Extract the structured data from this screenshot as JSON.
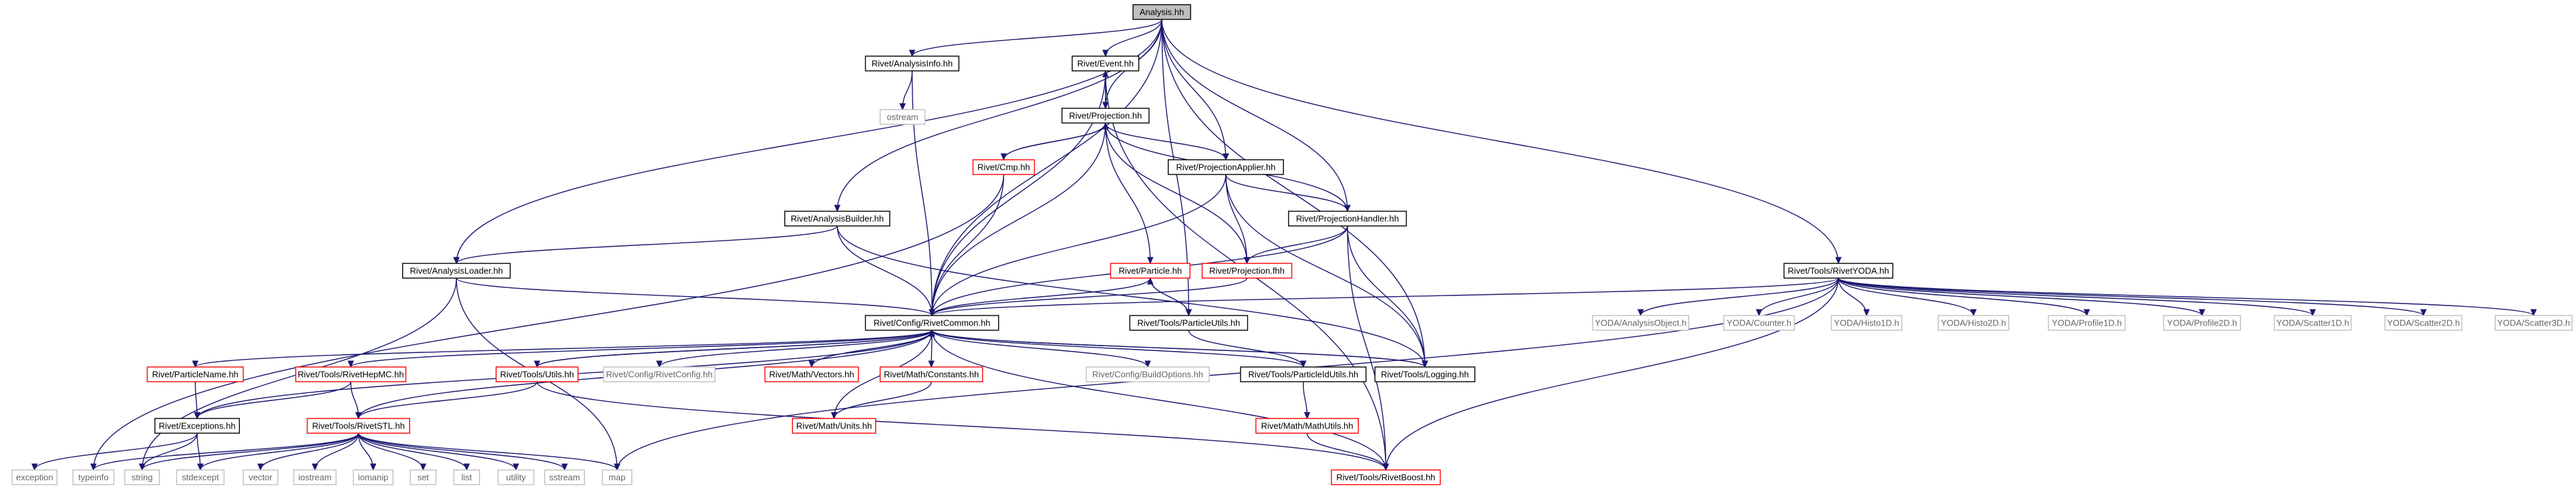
{
  "diagram": {
    "root": "Analysis.hh",
    "colors": {
      "edge": "#191970",
      "root_fill": "#bfbfbf",
      "root_border": "#000000",
      "node_border": "#000000",
      "truncated_border": "#ff0000",
      "external_border": "#bfbfbf",
      "external_text": "#666666",
      "text": "#000000"
    },
    "nodes": [
      {
        "id": "analysis",
        "label": "Analysis.hh",
        "kind": "root"
      },
      {
        "id": "analysisinfo",
        "label": "Rivet/AnalysisInfo.hh",
        "kind": "normal"
      },
      {
        "id": "event",
        "label": "Rivet/Event.hh",
        "kind": "normal"
      },
      {
        "id": "ostream",
        "label": "ostream",
        "kind": "external"
      },
      {
        "id": "projection",
        "label": "Rivet/Projection.hh",
        "kind": "normal"
      },
      {
        "id": "cmp",
        "label": "Rivet/Cmp.hh",
        "kind": "truncated"
      },
      {
        "id": "projapplier",
        "label": "Rivet/ProjectionApplier.hh",
        "kind": "normal"
      },
      {
        "id": "analysisbuilder",
        "label": "Rivet/AnalysisBuilder.hh",
        "kind": "normal"
      },
      {
        "id": "projhandler",
        "label": "Rivet/ProjectionHandler.hh",
        "kind": "normal"
      },
      {
        "id": "analysisloader",
        "label": "Rivet/AnalysisLoader.hh",
        "kind": "normal"
      },
      {
        "id": "particle",
        "label": "Rivet/Particle.hh",
        "kind": "truncated"
      },
      {
        "id": "projfhh",
        "label": "Rivet/Projection.fhh",
        "kind": "truncated"
      },
      {
        "id": "rivetyoda",
        "label": "Rivet/Tools/RivetYODA.hh",
        "kind": "normal"
      },
      {
        "id": "particleutils",
        "label": "Rivet/Tools/ParticleUtils.hh",
        "kind": "normal"
      },
      {
        "id": "common",
        "label": "Rivet/Config/RivetCommon.hh",
        "kind": "normal"
      },
      {
        "id": "yaobj",
        "label": "YODA/AnalysisObject.h",
        "kind": "external"
      },
      {
        "id": "ycounter",
        "label": "YODA/Counter.h",
        "kind": "external"
      },
      {
        "id": "yh1",
        "label": "YODA/Histo1D.h",
        "kind": "external"
      },
      {
        "id": "yh2",
        "label": "YODA/Histo2D.h",
        "kind": "external"
      },
      {
        "id": "yp1",
        "label": "YODA/Profile1D.h",
        "kind": "external"
      },
      {
        "id": "yp2",
        "label": "YODA/Profile2D.h",
        "kind": "external"
      },
      {
        "id": "ys1",
        "label": "YODA/Scatter1D.h",
        "kind": "external"
      },
      {
        "id": "ys2",
        "label": "YODA/Scatter2D.h",
        "kind": "external"
      },
      {
        "id": "ys3",
        "label": "YODA/Scatter3D.h",
        "kind": "external"
      },
      {
        "id": "particlename",
        "label": "Rivet/ParticleName.hh",
        "kind": "truncated"
      },
      {
        "id": "hepmc",
        "label": "Rivet/Tools/RivetHepMC.hh",
        "kind": "truncated"
      },
      {
        "id": "utils",
        "label": "Rivet/Tools/Utils.hh",
        "kind": "truncated"
      },
      {
        "id": "rivetconfig",
        "label": "Rivet/Config/RivetConfig.hh",
        "kind": "external"
      },
      {
        "id": "vectors",
        "label": "Rivet/Math/Vectors.hh",
        "kind": "truncated"
      },
      {
        "id": "constants",
        "label": "Rivet/Math/Constants.hh",
        "kind": "truncated"
      },
      {
        "id": "buildopts",
        "label": "Rivet/Config/BuildOptions.hh",
        "kind": "external"
      },
      {
        "id": "pidutils",
        "label": "Rivet/Tools/ParticleIdUtils.hh",
        "kind": "normal"
      },
      {
        "id": "logging",
        "label": "Rivet/Tools/Logging.hh",
        "kind": "normal"
      },
      {
        "id": "exceptions",
        "label": "Rivet/Exceptions.hh",
        "kind": "normal"
      },
      {
        "id": "rivetstl",
        "label": "Rivet/Tools/RivetSTL.hh",
        "kind": "truncated"
      },
      {
        "id": "units",
        "label": "Rivet/Math/Units.hh",
        "kind": "truncated"
      },
      {
        "id": "mathutils",
        "label": "Rivet/Math/MathUtils.hh",
        "kind": "truncated"
      },
      {
        "id": "exception",
        "label": "exception",
        "kind": "external"
      },
      {
        "id": "typeinfo",
        "label": "typeinfo",
        "kind": "external"
      },
      {
        "id": "string",
        "label": "string",
        "kind": "external"
      },
      {
        "id": "stdexcept",
        "label": "stdexcept",
        "kind": "external"
      },
      {
        "id": "vector",
        "label": "vector",
        "kind": "external"
      },
      {
        "id": "iostream",
        "label": "iostream",
        "kind": "external"
      },
      {
        "id": "iomanip",
        "label": "iomanip",
        "kind": "external"
      },
      {
        "id": "set",
        "label": "set",
        "kind": "external"
      },
      {
        "id": "list",
        "label": "list",
        "kind": "external"
      },
      {
        "id": "utility",
        "label": "utility",
        "kind": "external"
      },
      {
        "id": "sstream",
        "label": "sstream",
        "kind": "external"
      },
      {
        "id": "map",
        "label": "map",
        "kind": "external"
      },
      {
        "id": "boost",
        "label": "Rivet/Tools/RivetBoost.hh",
        "kind": "truncated"
      }
    ],
    "edges": [
      [
        "analysis",
        "analysisinfo"
      ],
      [
        "analysis",
        "event"
      ],
      [
        "analysis",
        "projection"
      ],
      [
        "analysis",
        "projapplier"
      ],
      [
        "analysis",
        "analysisbuilder"
      ],
      [
        "analysis",
        "projhandler"
      ],
      [
        "analysis",
        "analysisloader"
      ],
      [
        "analysis",
        "rivetyoda"
      ],
      [
        "analysis",
        "particleutils"
      ],
      [
        "analysis",
        "common"
      ],
      [
        "analysis",
        "logging"
      ],
      [
        "analysisinfo",
        "ostream"
      ],
      [
        "analysisinfo",
        "common"
      ],
      [
        "event",
        "projection"
      ],
      [
        "event",
        "common"
      ],
      [
        "event",
        "boost"
      ],
      [
        "projection",
        "event"
      ],
      [
        "projection",
        "cmp"
      ],
      [
        "projection",
        "projapplier"
      ],
      [
        "projection",
        "projhandler"
      ],
      [
        "projection",
        "particle"
      ],
      [
        "projection",
        "projfhh"
      ],
      [
        "projection",
        "common"
      ],
      [
        "cmp",
        "projection"
      ],
      [
        "cmp",
        "common"
      ],
      [
        "cmp",
        "typeinfo"
      ],
      [
        "projapplier",
        "projhandler"
      ],
      [
        "projapplier",
        "projfhh"
      ],
      [
        "projapplier",
        "common"
      ],
      [
        "projapplier",
        "logging"
      ],
      [
        "analysisbuilder",
        "analysisloader"
      ],
      [
        "analysisbuilder",
        "common"
      ],
      [
        "analysisbuilder",
        "logging"
      ],
      [
        "projhandler",
        "projfhh"
      ],
      [
        "projhandler",
        "common"
      ],
      [
        "projhandler",
        "logging"
      ],
      [
        "projhandler",
        "boost"
      ],
      [
        "analysisloader",
        "common"
      ],
      [
        "analysisloader",
        "string"
      ],
      [
        "analysisloader",
        "map"
      ],
      [
        "particle",
        "particleutils"
      ],
      [
        "particle",
        "common"
      ],
      [
        "projfhh",
        "common"
      ],
      [
        "particleutils",
        "particle"
      ],
      [
        "particleutils",
        "pidutils"
      ],
      [
        "rivetyoda",
        "common"
      ],
      [
        "rivetyoda",
        "yaobj"
      ],
      [
        "rivetyoda",
        "ycounter"
      ],
      [
        "rivetyoda",
        "yh1"
      ],
      [
        "rivetyoda",
        "yh2"
      ],
      [
        "rivetyoda",
        "yp1"
      ],
      [
        "rivetyoda",
        "yp2"
      ],
      [
        "rivetyoda",
        "ys1"
      ],
      [
        "rivetyoda",
        "ys2"
      ],
      [
        "rivetyoda",
        "ys3"
      ],
      [
        "rivetyoda",
        "map"
      ],
      [
        "rivetyoda",
        "boost"
      ],
      [
        "common",
        "particlename"
      ],
      [
        "common",
        "hepmc"
      ],
      [
        "common",
        "utils"
      ],
      [
        "common",
        "rivetconfig"
      ],
      [
        "common",
        "vectors"
      ],
      [
        "common",
        "constants"
      ],
      [
        "common",
        "buildopts"
      ],
      [
        "common",
        "pidutils"
      ],
      [
        "common",
        "logging"
      ],
      [
        "common",
        "exceptions"
      ],
      [
        "common",
        "rivetstl"
      ],
      [
        "common",
        "units"
      ],
      [
        "common",
        "boost"
      ],
      [
        "particlename",
        "exceptions"
      ],
      [
        "hepmc",
        "exceptions"
      ],
      [
        "hepmc",
        "rivetstl"
      ],
      [
        "utils",
        "common"
      ],
      [
        "utils",
        "rivetstl"
      ],
      [
        "utils",
        "boost"
      ],
      [
        "constants",
        "units"
      ],
      [
        "pidutils",
        "mathutils"
      ],
      [
        "logging",
        "common"
      ],
      [
        "exceptions",
        "exception"
      ],
      [
        "exceptions",
        "string"
      ],
      [
        "exceptions",
        "stdexcept"
      ],
      [
        "rivetstl",
        "typeinfo"
      ],
      [
        "rivetstl",
        "string"
      ],
      [
        "rivetstl",
        "stdexcept"
      ],
      [
        "rivetstl",
        "vector"
      ],
      [
        "rivetstl",
        "iostream"
      ],
      [
        "rivetstl",
        "iomanip"
      ],
      [
        "rivetstl",
        "set"
      ],
      [
        "rivetstl",
        "list"
      ],
      [
        "rivetstl",
        "utility"
      ],
      [
        "rivetstl",
        "sstream"
      ],
      [
        "rivetstl",
        "map"
      ],
      [
        "mathutils",
        "boost"
      ]
    ]
  }
}
